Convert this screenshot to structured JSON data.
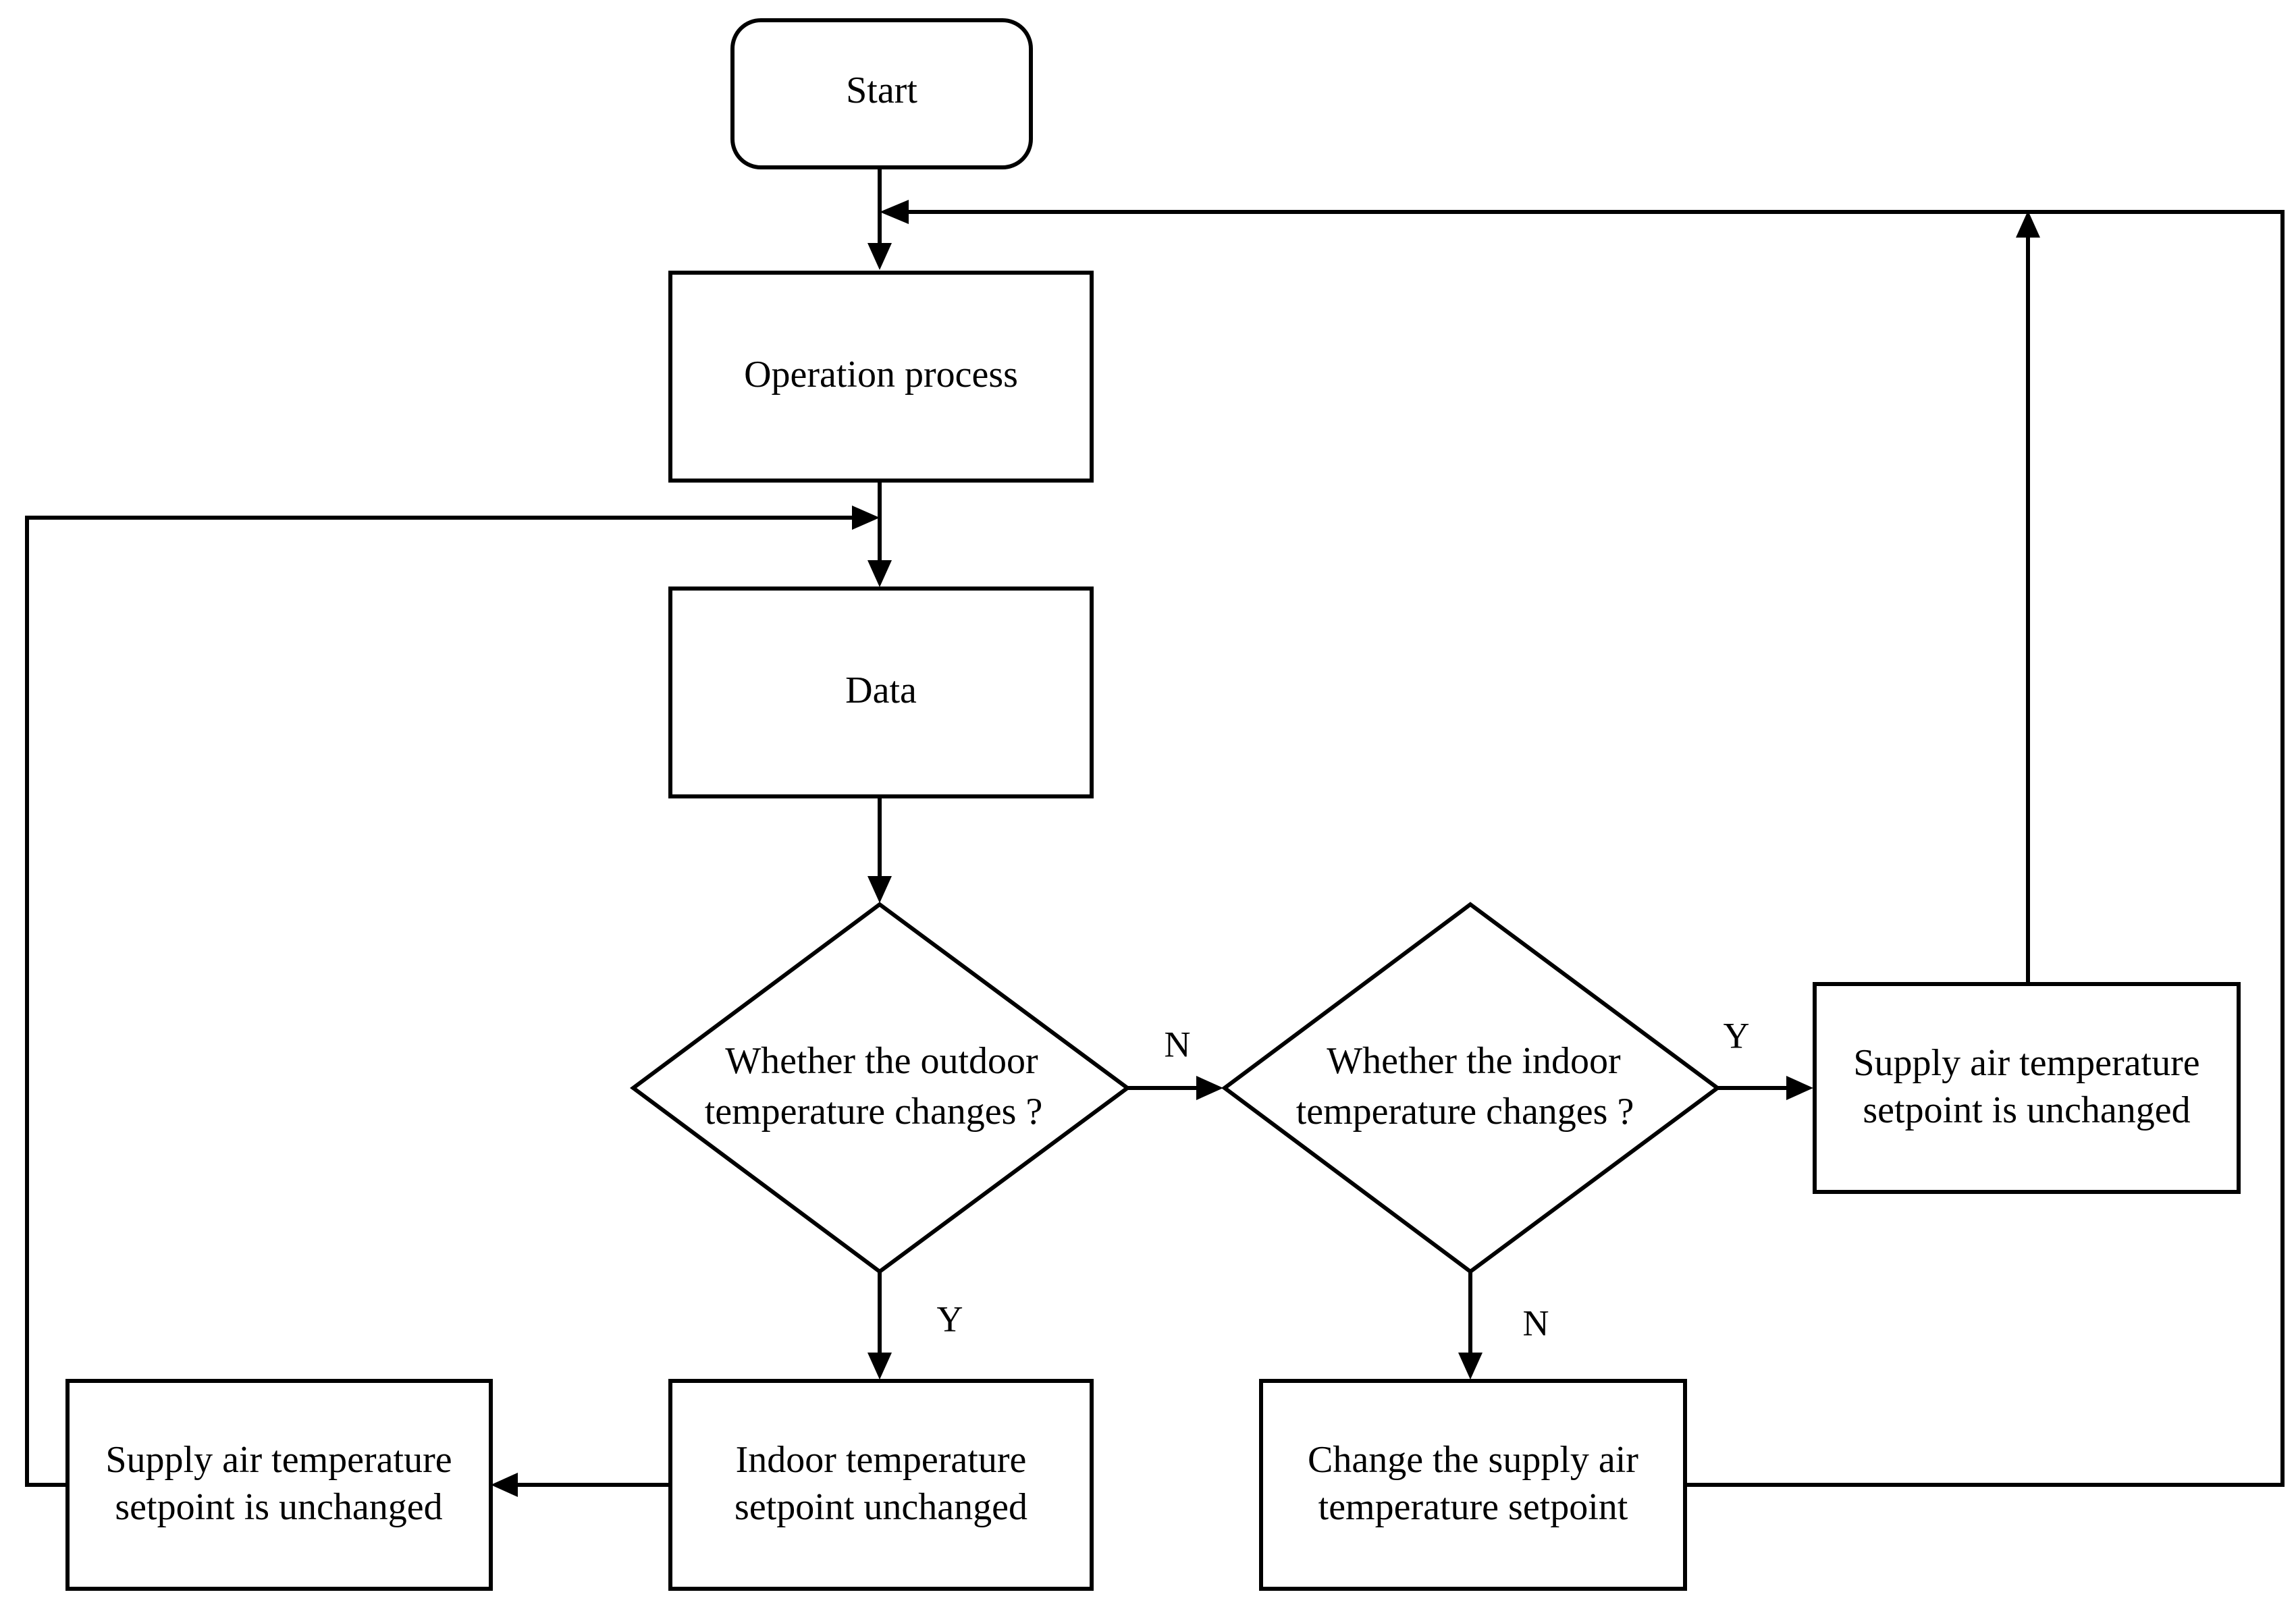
{
  "nodes": {
    "start": {
      "label": "Start"
    },
    "operation_process": {
      "label": "Operation process"
    },
    "data": {
      "label": "Data"
    },
    "decision_outdoor": {
      "line1": "Whether the outdoor",
      "line2": "temperature changes ?"
    },
    "decision_indoor": {
      "line1": "Whether the indoor",
      "line2": "temperature changes ?"
    },
    "supply_unchanged_right": {
      "line1": "Supply air temperature",
      "line2": "setpoint is unchanged"
    },
    "indoor_setpoint_unchanged": {
      "line1": "Indoor temperature",
      "line2": "setpoint unchanged"
    },
    "supply_unchanged_left": {
      "line1": "Supply air temperature",
      "line2": "setpoint is unchanged"
    },
    "change_supply": {
      "line1": "Change the supply air",
      "line2": "temperature setpoint"
    }
  },
  "edge_labels": {
    "outdoor_no": "N",
    "outdoor_yes": "Y",
    "indoor_yes": "Y",
    "indoor_no": "N"
  }
}
